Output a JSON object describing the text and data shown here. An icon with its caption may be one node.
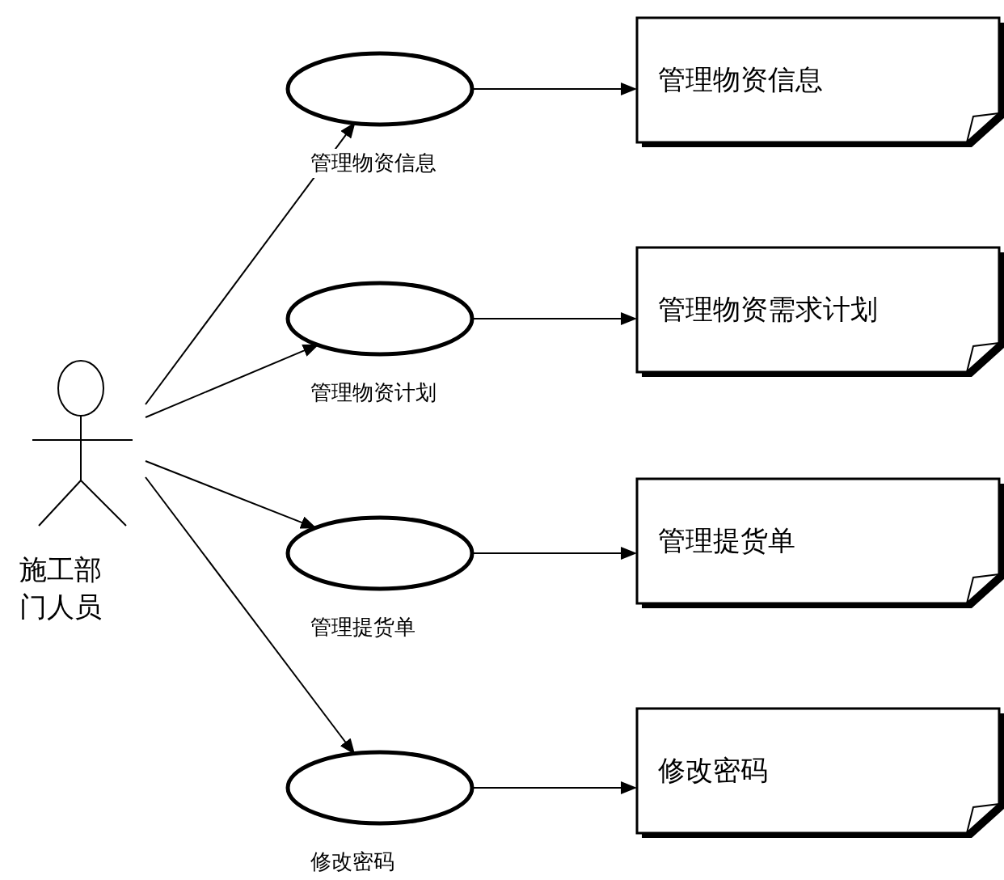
{
  "diagram": {
    "nodes": [
      {
        "text": [
          "施工部门人员"
        ]
      },
      {
        "text": [
          "管理物资信息"
        ]
      },
      {
        "text": [
          "管理物资计划"
        ]
      },
      {
        "text": [
          "管理提货单"
        ]
      },
      {
        "text": [
          "修改密码"
        ]
      },
      {
        "text": [
          "管理物资信息"
        ]
      },
      {
        "text": [
          "管理物资需求计划"
        ]
      },
      {
        "text": [
          "管理提货单"
        ]
      },
      {
        "text": [
          "修改密码"
        ]
      }
    ],
    "edges": [
      {
        "from": 0,
        "to": 1,
        "arrow": "to"
      },
      {
        "from": 0,
        "to": 2,
        "arrow": "to"
      },
      {
        "from": 0,
        "to": 3,
        "arrow": "to"
      },
      {
        "from": 0,
        "to": 4,
        "arrow": "to"
      },
      {
        "from": 1,
        "to": 5,
        "arrow": "to"
      },
      {
        "from": 2,
        "to": 6,
        "arrow": "to"
      },
      {
        "from": 3,
        "to": 7,
        "arrow": "to"
      },
      {
        "from": 4,
        "to": 8,
        "arrow": "to"
      }
    ]
  }
}
